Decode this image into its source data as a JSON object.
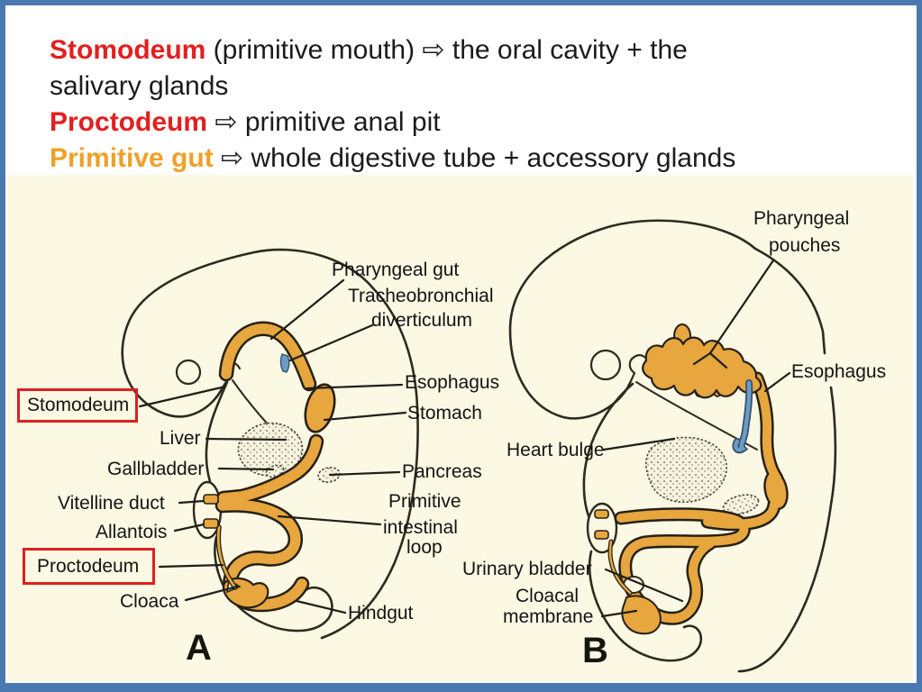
{
  "intro": {
    "line1_term": "Stomodeum",
    "line1_rest": " (primitive mouth) ⇨ the oral cavity + the",
    "line2": "salivary glands",
    "line3_term": "Proctodeum",
    "line3_rest": " ⇨ primitive anal pit",
    "line4_term": "Primitive gut",
    "line4_rest": " ⇨ whole digestive tube + accessory glands"
  },
  "figure": {
    "panel_a": {
      "letter": "A",
      "boxed": {
        "stomodeum": "Stomodeum",
        "proctodeum": "Proctodeum"
      },
      "labels": {
        "pharyngeal_gut": "Pharyngeal gut",
        "tracheobronchial_line1": "Tracheobronchial",
        "tracheobronchial_line2": "diverticulum",
        "esophagus": "Esophagus",
        "stomach": "Stomach",
        "liver": "Liver",
        "gallbladder": "Gallbladder",
        "vitelline_duct": "Vitelline duct",
        "allantois": "Allantois",
        "cloaca": "Cloaca",
        "pancreas": "Pancreas",
        "primitive_loop_line1": "Primitive",
        "primitive_loop_line2": "intestinal",
        "primitive_loop_line3": "loop",
        "hindgut": "Hindgut"
      }
    },
    "panel_b": {
      "letter": "B",
      "labels": {
        "pharyngeal_pouches_line1": "Pharyngeal",
        "pharyngeal_pouches_line2": "pouches",
        "esophagus": "Esophagus",
        "heart_bulge": "Heart bulge",
        "urinary_bladder": "Urinary bladder",
        "cloacal_membrane_line1": "Cloacal",
        "cloacal_membrane_line2": "membrane"
      }
    }
  },
  "colors": {
    "frame_blue": "#4a78b0",
    "panel_cream": "#fbf8e3",
    "gut_orange": "#e7a63e",
    "outline_dark": "#2d2b20",
    "term_red": "#e31f1f",
    "term_orange": "#f0a028",
    "label_box_red": "#dd2020",
    "diverticulum_blue": "#6c9cc3"
  }
}
